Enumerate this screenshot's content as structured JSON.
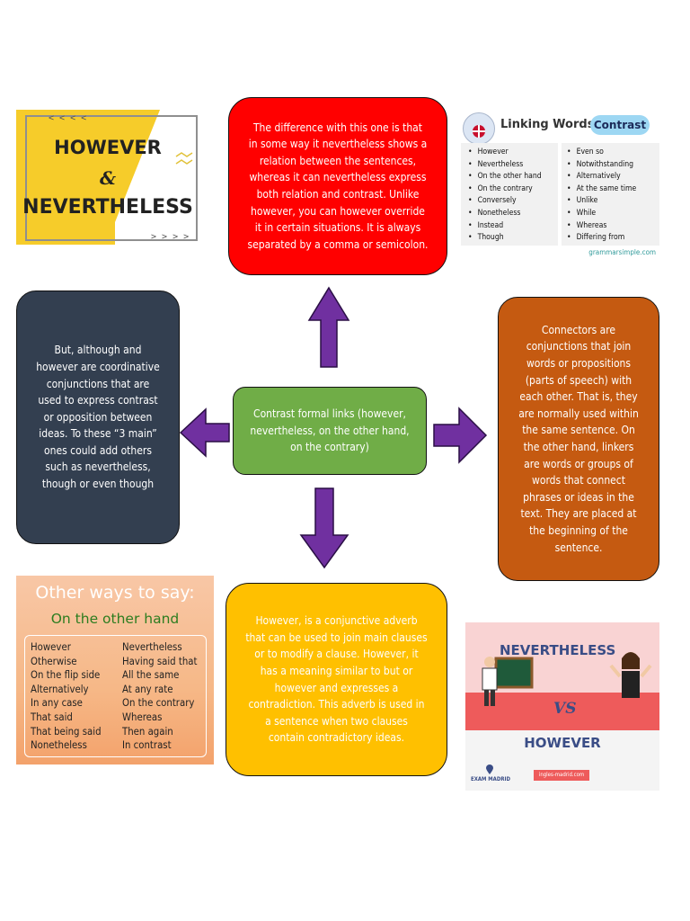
{
  "center": {
    "text": [
      "Contrast formal links (however,",
      "nevertheless, on the other hand,",
      "on the contrary)"
    ]
  },
  "top_box": {
    "text": [
      "The difference with this one is that",
      "in some way it nevertheless shows a",
      "relation between the sentences,",
      "whereas it can nevertheless express",
      "both relation and contrast. Unlike",
      "however, you can however override",
      "it in certain situations. It is always",
      "separated by a comma or semicolon."
    ]
  },
  "left_box": {
    "text": [
      "But, although and",
      "however are coordinative",
      "conjunctions that are",
      "used to express contrast",
      "or opposition between",
      "ideas. To these “3 main”",
      "ones could add others",
      "such as nevertheless,",
      "though or even though"
    ]
  },
  "right_box": {
    "text": [
      "Connectors are",
      "conjunctions that join",
      "words or propositions",
      "(parts of speech) with",
      "each other. That is, they",
      "are normally used within",
      "the same sentence. On",
      "the other hand, linkers",
      "are words or groups of",
      "words that connect",
      "phrases or ideas in the",
      "text. They are placed at",
      "the beginning of the",
      "sentence."
    ]
  },
  "bottom_box": {
    "text": [
      "However, is a conjunctive adverb",
      "that can be used to join main clauses",
      "or to modify a clause. However, it",
      "has a meaning similar to but or",
      "however and expresses a",
      "contradiction. This adverb is used in",
      "a sentence when two clauses",
      "contain contradictory ideas."
    ]
  },
  "colors": {
    "top": "#ff0000",
    "left": "#333f50",
    "center": "#70ad47",
    "right": "#c55a11",
    "bottom": "#ffc000",
    "arrow": "#7030a0"
  },
  "thumb_however_nevertheless": {
    "word1": "HOWEVER",
    "amp": "&",
    "word2": "NEVERTHELESS",
    "deco_top": "< < < <",
    "deco_bottom": "> > > >"
  },
  "thumb_linking_words": {
    "title": "Linking Words",
    "badge": "Contrast",
    "col1": [
      "However",
      "Nevertheless",
      "On the other hand",
      "On the contrary",
      "Conversely",
      "Nonetheless",
      "Instead",
      "Though"
    ],
    "col2": [
      "Even so",
      "Notwithstanding",
      "Alternatively",
      "At the same time",
      "Unlike",
      "While",
      "Whereas",
      "Differing from"
    ],
    "site": "grammarsimple.com"
  },
  "thumb_other_ways": {
    "title": "Other ways to say:",
    "subtitle": "On the other hand",
    "col1": [
      "However",
      "Otherwise",
      "On the flip side",
      "Alternatively",
      "In any case",
      "That said",
      "That being said",
      "Nonetheless"
    ],
    "col2": [
      "Nevertheless",
      "Having said that",
      "All the same",
      "At any rate",
      "On the contrary",
      "Whereas",
      "Then again",
      "In contrast"
    ]
  },
  "thumb_nevertheless_however": {
    "word1": "NEVERTHELESS",
    "vs": "VS",
    "word2": "HOWEVER",
    "brand": "EXAM MADRID",
    "url": "ingles-madrid.com"
  }
}
